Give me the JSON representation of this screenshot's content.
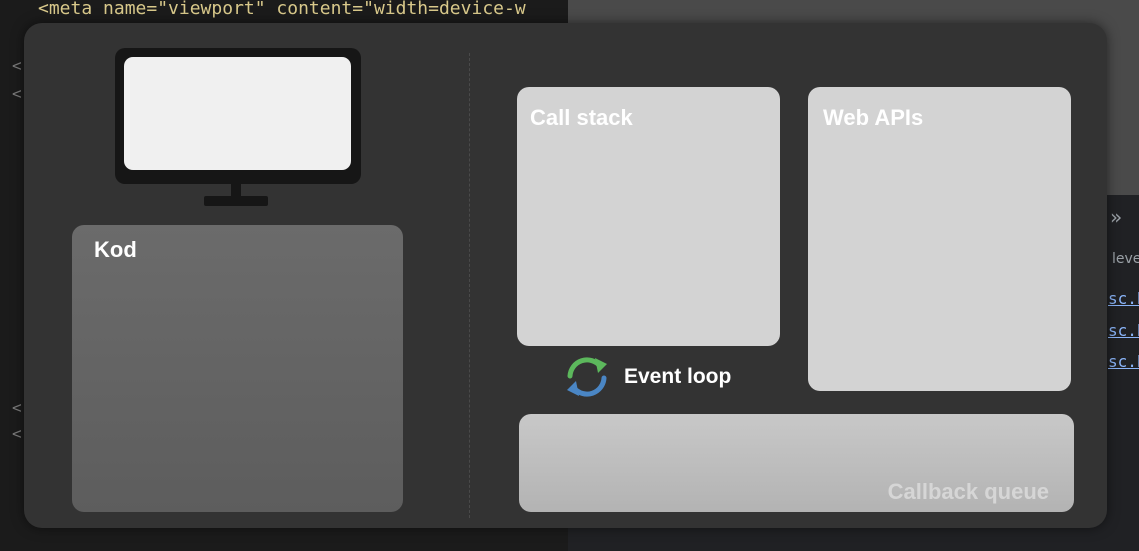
{
  "background": {
    "code_line": "<meta name=\"viewport\" content=\"width=device-w",
    "devtools_lines": [
      "sc.h",
      "sc.h",
      "sc.h"
    ],
    "devtools_label": "leve",
    "devtools_chevron": "»"
  },
  "diagram": {
    "kod_label": "Kod",
    "call_stack_label": "Call stack",
    "web_apis_label": "Web APIs",
    "event_loop_label": "Event loop",
    "callback_queue_label": "Callback queue",
    "icons": {
      "monitor": "monitor-icon",
      "event_loop": "refresh-icon"
    },
    "colors": {
      "panel": "#333333",
      "light_box": "#d3d3d3",
      "kod_box": "#6b6b6b",
      "loop_green": "#5cb85c",
      "loop_blue": "#4a86c5"
    }
  }
}
